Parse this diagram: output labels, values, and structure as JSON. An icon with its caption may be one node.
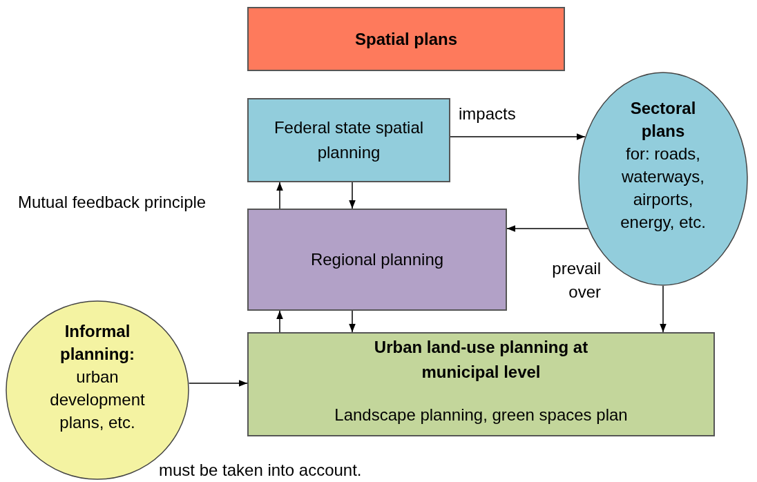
{
  "diagram": {
    "nodes": [
      {
        "text": [
          "Spatial plans"
        ]
      },
      {
        "text": [
          "Federal state spatial planning"
        ]
      },
      {
        "text": [
          "Regional planning"
        ]
      },
      {
        "text": [
          "Sectoral plans",
          "for: roads, waterways, airports, energy, etc."
        ]
      },
      {
        "text": [
          "Informal planning:",
          "urban development plans, etc."
        ]
      },
      {
        "text": [
          "Urban land-use planning at municipal level",
          "Landscape planning, green spaces plan"
        ]
      }
    ],
    "edges": [
      {
        "from": 1,
        "to": 3,
        "arrow": "to",
        "label": "impacts"
      },
      {
        "from": 2,
        "to": 1,
        "arrow": "to"
      },
      {
        "from": 1,
        "to": 2,
        "arrow": "to"
      },
      {
        "from": 5,
        "to": 2,
        "arrow": "to"
      },
      {
        "from": 2,
        "to": 5,
        "arrow": "to"
      },
      {
        "from": 3,
        "to": 2,
        "arrow": "to"
      },
      {
        "from": 3,
        "to": 5,
        "arrow": "to"
      },
      {
        "from": 4,
        "to": 5,
        "arrow": "to"
      }
    ],
    "labels": [
      "Mutual feedback principle",
      "prevail over",
      "must be taken into account."
    ]
  }
}
